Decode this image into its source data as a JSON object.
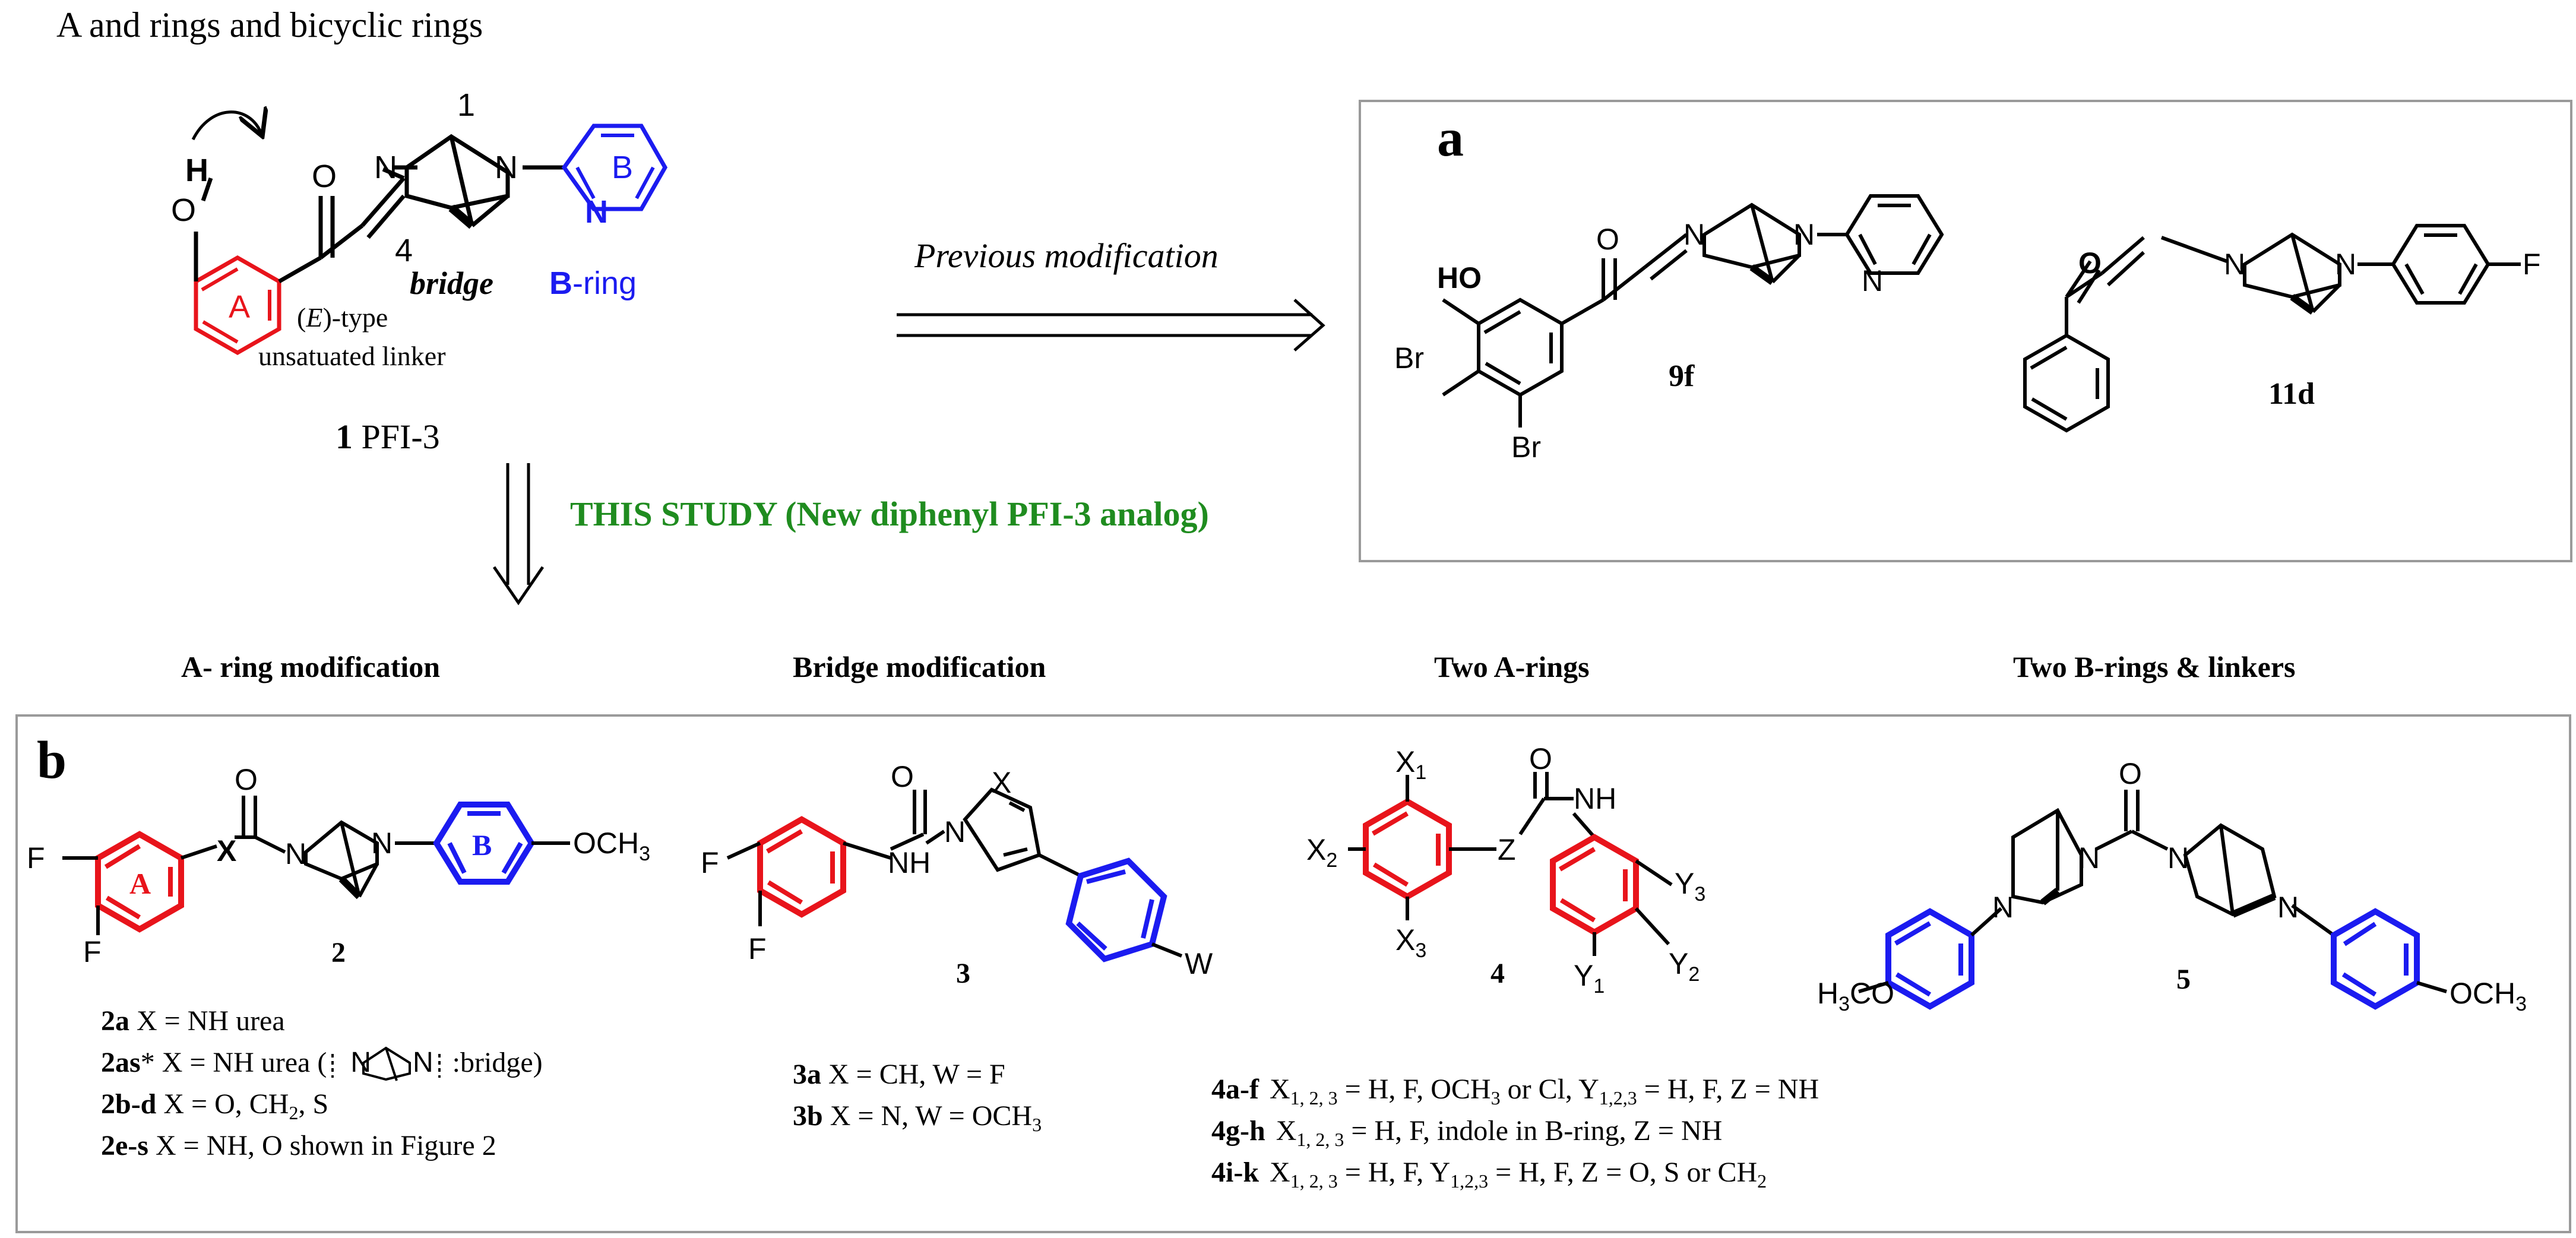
{
  "header": {
    "title": "A and rings and bicyclic rings"
  },
  "colors": {
    "ring_a": "#e8141b",
    "ring_b": "#1b1bf0",
    "green": "#1f8c1f",
    "black": "#000000",
    "box_border": "#9a9a9a"
  },
  "top": {
    "pfi3": {
      "atom_h": "H",
      "atom_o_carbonyl": "O",
      "atom_o_hydroxy": "O",
      "atom_n1": "N",
      "atom_n2": "N",
      "atom_n_pyridine": "N",
      "ring_a_label": "A",
      "ring_b_label": "B",
      "pos_1": "1",
      "pos_4": "4",
      "bridge_label": "bridge",
      "bring_prefix": "B",
      "bring_suffix": "-ring",
      "linker_line1_a": "(",
      "linker_line1_e": "E",
      "linker_line1_b": ")-type",
      "linker_line2": "unsatuated linker",
      "compound_number": "1",
      "compound_name": "PFI-3"
    },
    "arrow_label": "Previous modification",
    "this_study": "THIS STUDY (New diphenyl PFI-3 analog)"
  },
  "panel_a": {
    "panel_label": "a",
    "c9f": {
      "ho": "HO",
      "br1": "Br",
      "br2": "Br",
      "o": "O",
      "n1": "N",
      "n2": "N",
      "n_py": "N",
      "label": "9f"
    },
    "c11d": {
      "o": "O",
      "n1": "N",
      "n2": "N",
      "f": "F",
      "label": "11d"
    }
  },
  "categories": [
    "A- ring modification",
    "Bridge modification",
    "Two A-rings",
    "Two B-rings & linkers"
  ],
  "panel_b": {
    "panel_label": "b",
    "c2": {
      "f1": "F",
      "f2": "F",
      "a": "A",
      "x": "X",
      "o": "O",
      "n1": "N",
      "n2": "N",
      "b": "B",
      "och3": "OCH",
      "och3_sub": "3",
      "label": "2"
    },
    "c3": {
      "f1": "F",
      "f2": "F",
      "nh": "NH",
      "o": "O",
      "n1": "N",
      "x": "X",
      "w": "W",
      "label": "3"
    },
    "c4": {
      "x1": "X",
      "x1_sub": "1",
      "x2": "X",
      "x2_sub": "2",
      "x3": "X",
      "x3_sub": "3",
      "z": "Z",
      "o": "O",
      "nh": "NH",
      "y1": "Y",
      "y1_sub": "1",
      "y2": "Y",
      "y2_sub": "2",
      "y3": "Y",
      "y3_sub": "3",
      "label": "4"
    },
    "c5": {
      "h3co": "H",
      "h3co_sub": "3",
      "h3co_rest": "CO",
      "och3": "OCH",
      "och3_sub": "3",
      "o": "O",
      "n1": "N",
      "n2": "N",
      "n3": "N",
      "n4": "N",
      "label": "5"
    },
    "notes2": [
      {
        "id": "2a",
        "text": " X = NH urea"
      },
      {
        "id": "2as",
        "star": "*",
        "text": " X = NH urea (",
        "n": "N",
        "n2": "N",
        "bridge": " :bridge)"
      },
      {
        "id": "2b-d",
        "text": " X = O, CH",
        "sub": "2",
        "text2": ", S"
      },
      {
        "id": "2e-s",
        "text": " X = NH, O shown in Figure 2"
      }
    ],
    "notes3": [
      {
        "id": "3a",
        "text": " X = CH, W = F"
      },
      {
        "id": "3b",
        "text": " X = N, W = OCH",
        "sub": "3"
      }
    ],
    "notes4": [
      {
        "id": "4a-f",
        "t1": "X",
        "s1": "1, 2, 3",
        "t2": " = H, F, OCH",
        "s2": "3",
        "t3": " or Cl, Y",
        "s3": "1,2,3",
        "t4": " = H, F, Z = NH"
      },
      {
        "id": "4g-h",
        "t1": "X",
        "s1": "1, 2, 3",
        "t2": " = H, F, indole in B-ring, Z = NH"
      },
      {
        "id": "4i-k",
        "t1": "X",
        "s1": "1, 2, 3",
        "t2": " = H, F, Y",
        "s2": "1,2,3",
        "t3": " = H, F, Z = O, S or CH",
        "s3": "2"
      }
    ]
  }
}
